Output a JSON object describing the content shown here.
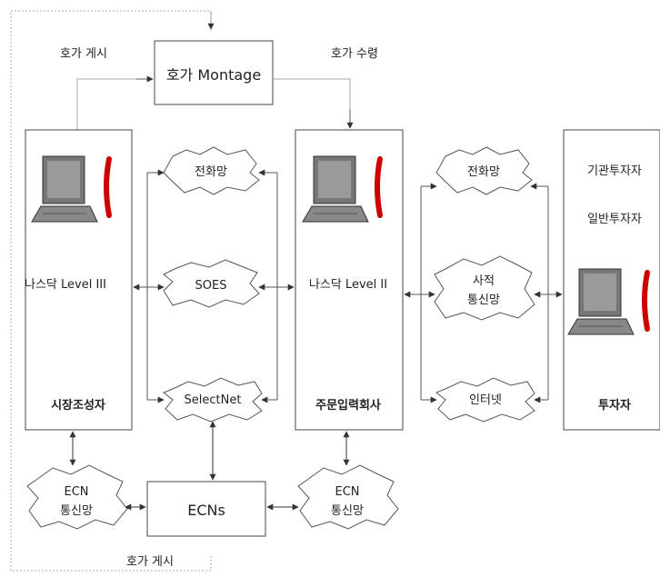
{
  "labels": {
    "quote_post_top": "호가 게시",
    "quote_receive": "호가 수령",
    "montage": "호가 Montage",
    "nasdaq_level3": "나스닥 Level III",
    "nasdaq_level2": "나스닥 Level II",
    "market_maker": "시장조성자",
    "order_entry_firm": "주문입력회사",
    "investor": "투자자",
    "institutional_investor": "기관투자자",
    "retail_investor": "일반투자자",
    "phone_net_left": "전화망",
    "soes": "SOES",
    "selectnet": "SelectNet",
    "phone_net_right": "전화망",
    "private_net_line1": "사적",
    "private_net_line2": "통신망",
    "internet": "인터넷",
    "ecns": "ECNs",
    "ecn_net_left_line1": "ECN",
    "ecn_net_left_line2": "통신망",
    "ecn_net_right_line1": "ECN",
    "ecn_net_right_line2": "통신망",
    "quote_post_bottom": "호가 게시"
  },
  "colors": {
    "line": "#555555",
    "box_border": "#444444",
    "dashed": "#999999",
    "phone_red": "#cc0000",
    "screen_gray": "#9a9a9a",
    "body_gray": "#777777"
  },
  "icons": [
    "laptop-icon",
    "telephone-icon"
  ]
}
